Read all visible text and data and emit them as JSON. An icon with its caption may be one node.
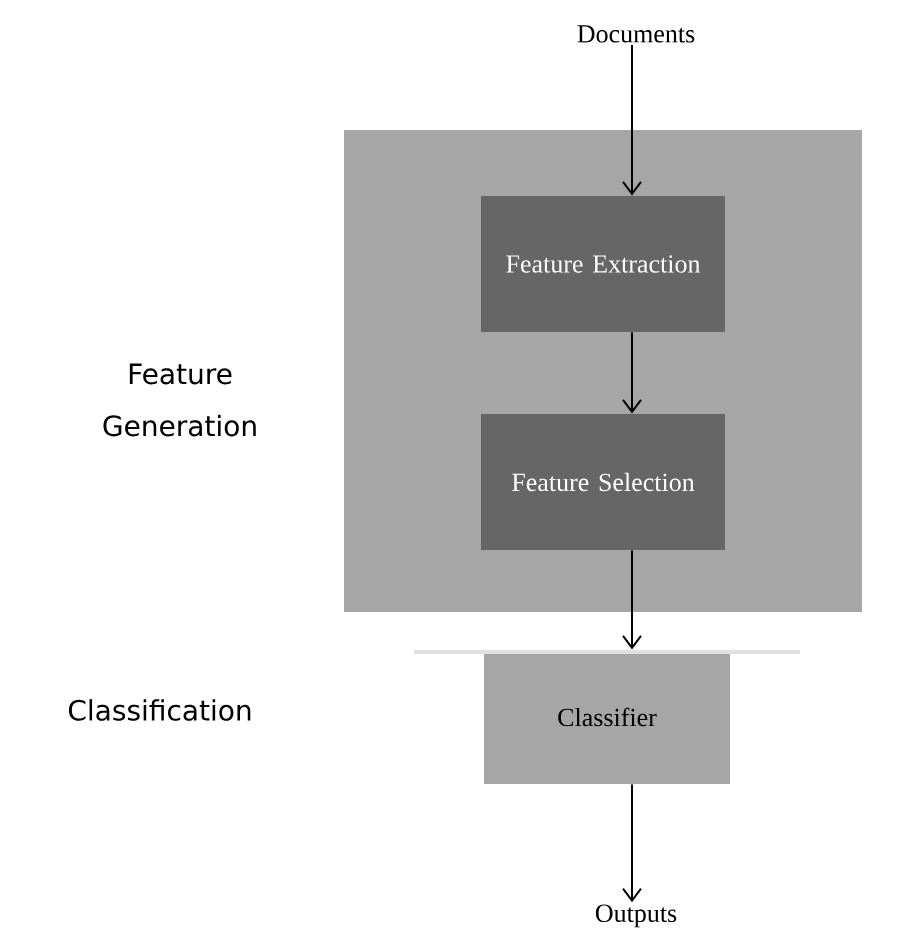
{
  "diagram": {
    "nodes": [
      {
        "text": [
          "Documents"
        ]
      },
      {
        "text": [
          "Feature Generation"
        ]
      },
      {
        "text": [
          "Feature Extraction"
        ],
        "in": 1
      },
      {
        "text": [
          "Feature Selection"
        ],
        "in": 1
      },
      {
        "text": [
          "Classifier"
        ]
      },
      {
        "text": [
          "Outputs"
        ]
      }
    ],
    "edges": [
      {
        "from": 0,
        "to": 2,
        "arrow": "to"
      },
      {
        "from": 2,
        "to": 3,
        "arrow": "to"
      },
      {
        "from": 3,
        "to": 4,
        "arrow": "to"
      },
      {
        "from": 4,
        "to": 5,
        "arrow": "to"
      }
    ],
    "labels": [
      "Classification"
    ]
  }
}
